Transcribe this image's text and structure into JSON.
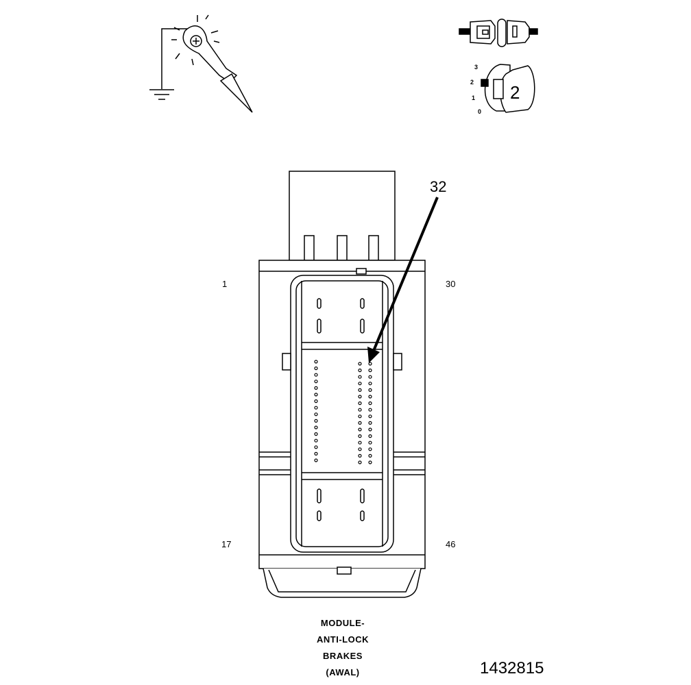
{
  "connector": {
    "pin_labels": {
      "top_left": "1",
      "top_right": "30",
      "bottom_left": "17",
      "bottom_right": "46"
    },
    "callout_pin": "32"
  },
  "caption": {
    "line1": "MODULE-",
    "line2": "ANTI-LOCK",
    "line3": "BRAKES",
    "line4": "(AWAL)"
  },
  "figure_id": "1432815",
  "key_switch": {
    "positions": [
      "3",
      "2",
      "1",
      "0"
    ],
    "selected": "2"
  },
  "icons": {
    "probe": "test-light-probe-icon",
    "connector": "disconnected-connector-icon",
    "key": "ignition-key-icon"
  }
}
